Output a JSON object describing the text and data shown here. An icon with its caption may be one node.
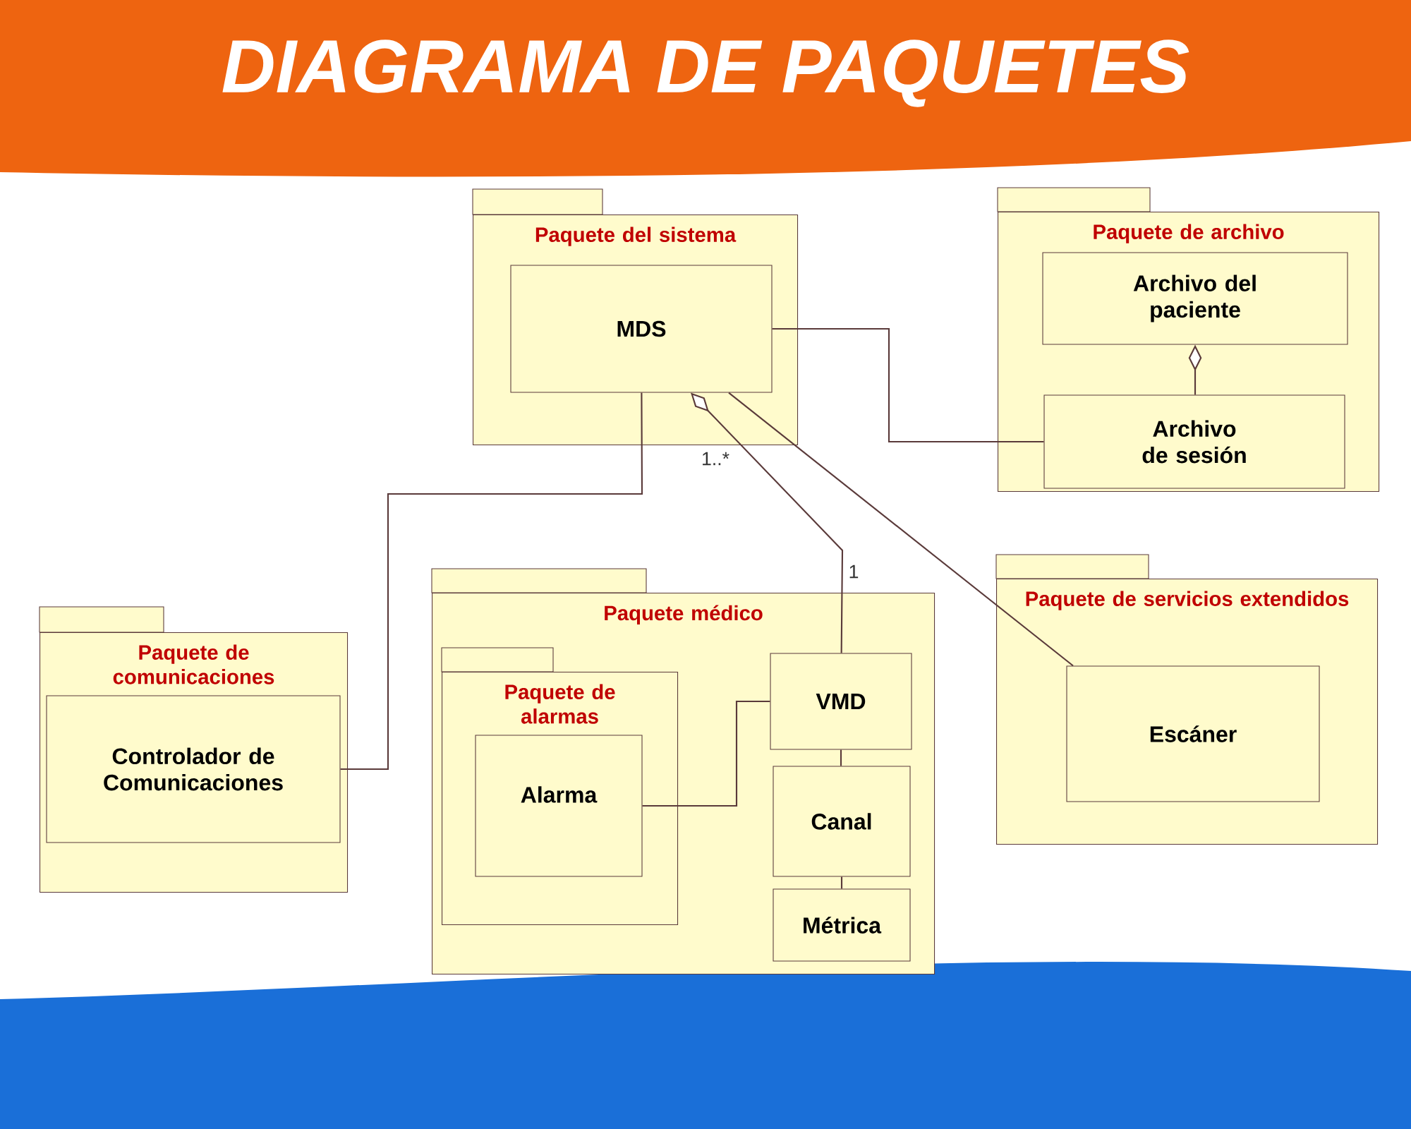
{
  "diagram": {
    "title": "DIAGRAMA DE PAQUETES",
    "nodes": [
      {
        "text": [
          "Paquete del sistema"
        ]
      },
      {
        "text": [
          "MDS"
        ],
        "in": 0
      },
      {
        "text": [
          "Paquete de archivo"
        ]
      },
      {
        "text": [
          "Archivo del paciente"
        ],
        "in": 2
      },
      {
        "text": [
          "Archivo de sesión"
        ],
        "in": 2
      },
      {
        "text": [
          "Paquete de comunicaciones"
        ]
      },
      {
        "text": [
          "Controlador de Comunicaciones"
        ],
        "in": 5
      },
      {
        "text": [
          "Paquete médico"
        ]
      },
      {
        "text": [
          "Paquete de alarmas"
        ],
        "in": 7
      },
      {
        "text": [
          "Alarma"
        ],
        "in": 8
      },
      {
        "text": [
          "VMD"
        ],
        "in": 7
      },
      {
        "text": [
          "Canal"
        ],
        "in": 7
      },
      {
        "text": [
          "Métrica"
        ],
        "in": 7
      },
      {
        "text": [
          "Paquete de servicios extendidos"
        ]
      },
      {
        "text": [
          "Escáner"
        ],
        "in": 13
      }
    ],
    "edges": [
      {
        "from": 1,
        "to": 4,
        "arrow": "none"
      },
      {
        "from": 1,
        "to": 6,
        "arrow": "none"
      },
      {
        "from": 1,
        "to": 10,
        "arrow": "other"
      },
      {
        "from": 1,
        "to": 14,
        "arrow": "none"
      },
      {
        "from": 3,
        "to": 4,
        "arrow": "other"
      },
      {
        "from": 9,
        "to": 10,
        "arrow": "none"
      },
      {
        "from": 10,
        "to": 11,
        "arrow": "none"
      },
      {
        "from": 11,
        "to": 12,
        "arrow": "none"
      }
    ],
    "labels": [
      "1..*",
      "1"
    ]
  }
}
